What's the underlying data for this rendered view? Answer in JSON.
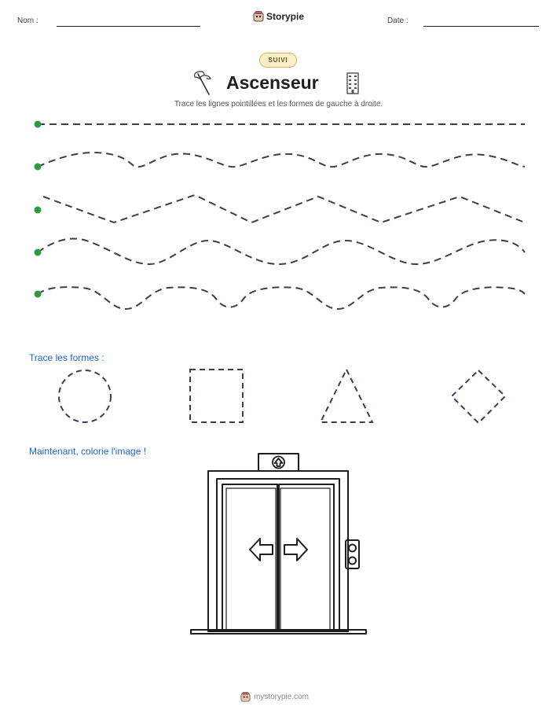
{
  "header": {
    "name_label": "Nom :",
    "brand": "Storypie",
    "date_label": "Date :"
  },
  "badge": "SUIVI",
  "title": "Ascenseur",
  "subtitle": "Trace les lignes pointillées et les formes de gauche à droite.",
  "shapes_section": {
    "label": "Trace les formes :",
    "shapes": [
      "circle",
      "square",
      "triangle",
      "diamond"
    ]
  },
  "color_section": {
    "label": "Maintenant, colorie l'image !"
  },
  "icons": [
    "axe-icon",
    "building-icon",
    "storypie-logo",
    "up-arrow-icon",
    "left-arrow-icon",
    "right-arrow-icon"
  ],
  "colors": {
    "start_dot": "#2e9c3e",
    "dash": "#3a3d55",
    "accent_blue": "#1f63d6",
    "badge_bg": "#fbefc9"
  },
  "footer": {
    "url": "mystorypie.com"
  }
}
